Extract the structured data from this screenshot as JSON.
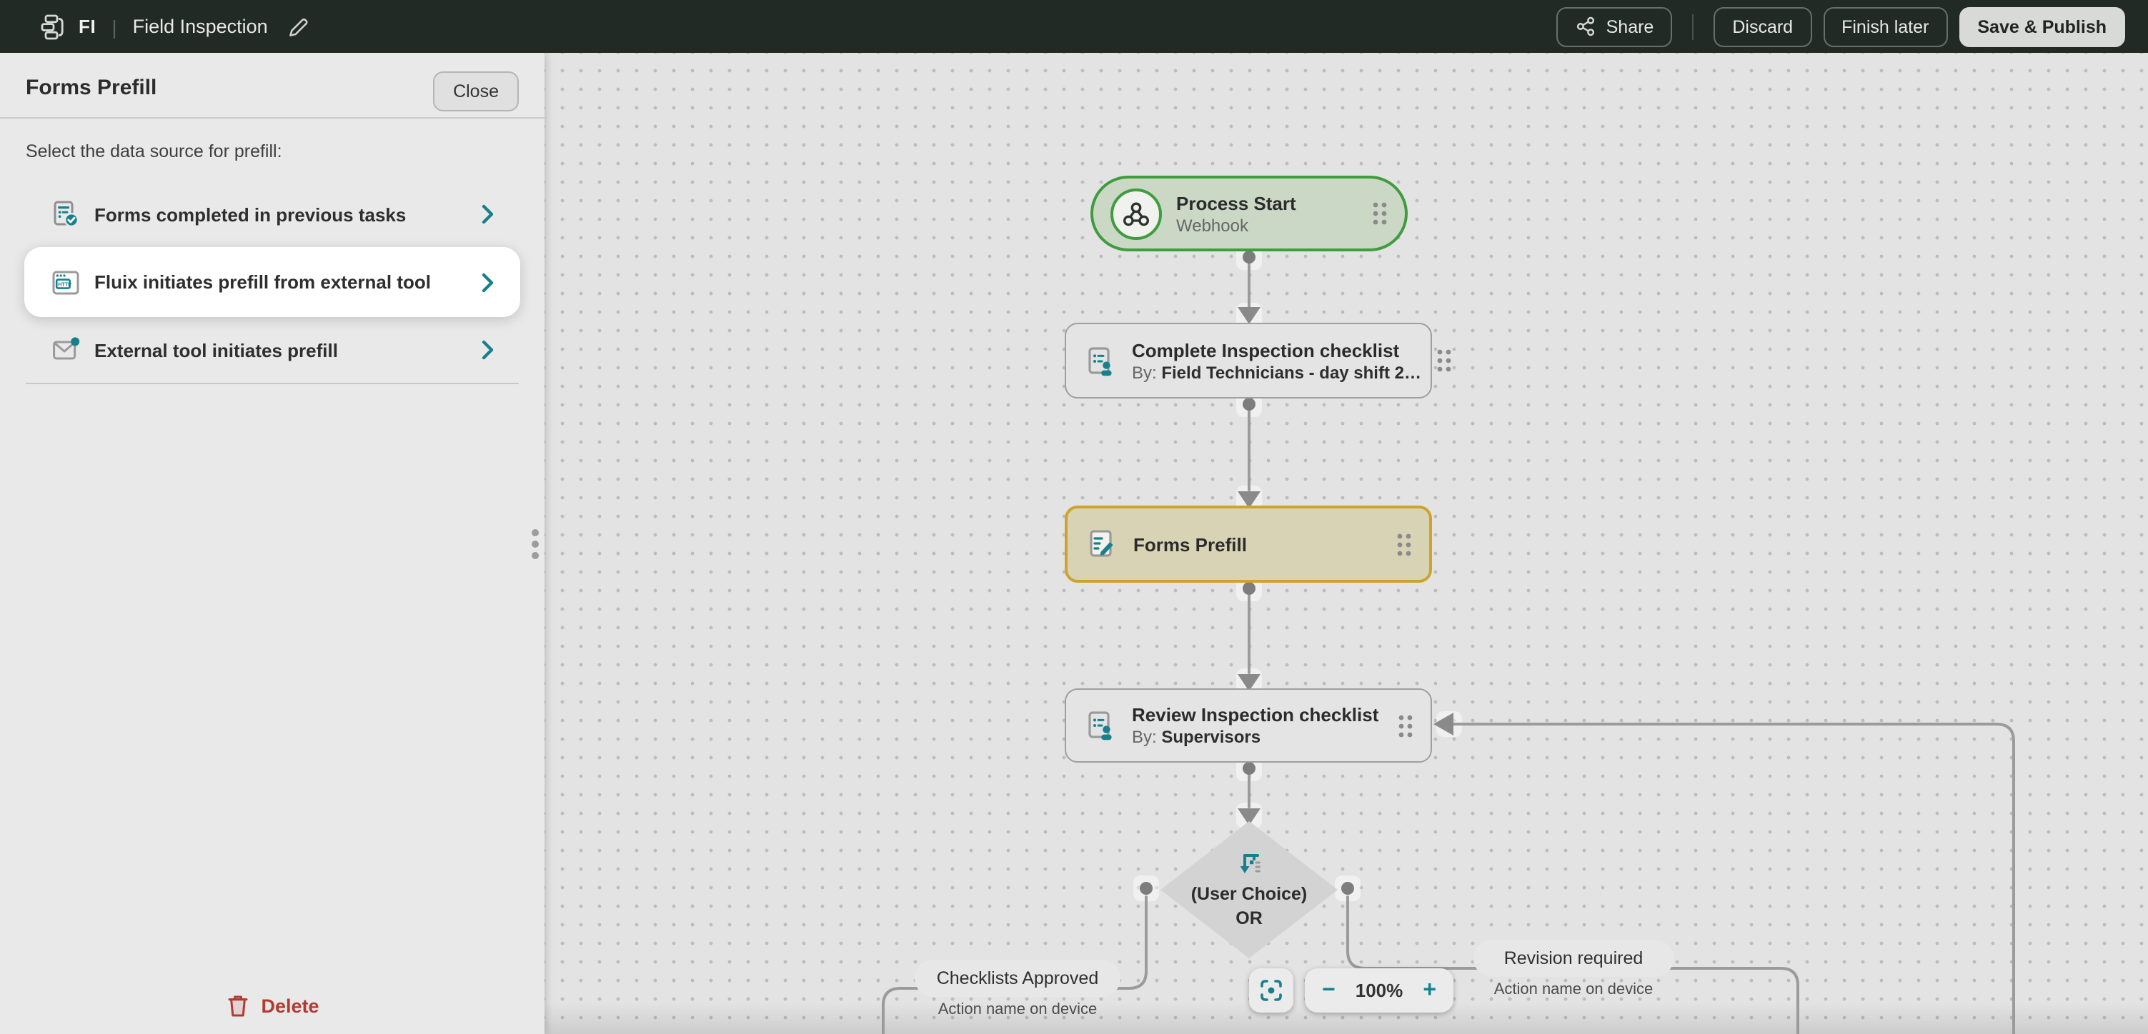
{
  "topbar": {
    "app_initials": "FI",
    "separator": "|",
    "title": "Field Inspection",
    "share_label": "Share",
    "discard_label": "Discard",
    "finish_later_label": "Finish later",
    "save_publish_label": "Save & Publish"
  },
  "panel": {
    "title": "Forms Prefill",
    "close_label": "Close",
    "description": "Select the data source for prefill:",
    "options": [
      {
        "label": "Forms completed in previous tasks",
        "icon": "form-check-icon",
        "selected": false
      },
      {
        "label": "Fluix initiates prefill from external tool",
        "icon": "http-window-icon",
        "selected": true
      },
      {
        "label": "External tool initiates prefill",
        "icon": "mail-dot-icon",
        "selected": false
      }
    ],
    "delete_label": "Delete"
  },
  "canvas": {
    "nodes": {
      "process_start": {
        "title": "Process Start",
        "subtitle": "Webhook",
        "icon": "webhook-icon"
      },
      "complete_checklist": {
        "title": "Complete Inspection checklist",
        "by_prefix": "By: ",
        "by_value": "Field Technicians - day shift 2…",
        "icon": "checklist-person-icon"
      },
      "forms_prefill": {
        "title": "Forms Prefill",
        "icon": "form-pencil-icon"
      },
      "review_checklist": {
        "title": "Review Inspection checklist",
        "by_prefix": "By: ",
        "by_value": "Supervisors",
        "icon": "checklist-person-icon"
      },
      "gateway": {
        "line1": "(User Choice)",
        "line2": "OR",
        "icon": "branch-icon"
      },
      "outcome_left": {
        "label": "Checklists Approved",
        "sublabel": "Action name on device"
      },
      "outcome_right": {
        "label": "Revision required",
        "sublabel": "Action name on device"
      }
    },
    "zoom_controls": {
      "zoom_out_label": "−",
      "zoom_level": "100%",
      "zoom_in_label": "+"
    }
  },
  "colors": {
    "teal": "#16808d",
    "topbar_bg": "#222a26",
    "green_border": "#3f9c3f",
    "green_fill": "#cbd8c6",
    "gold_border": "#cda32b",
    "gold_fill": "#d9d3b6",
    "danger_red": "#b23a31",
    "wire_gray": "#9b9b9b"
  }
}
